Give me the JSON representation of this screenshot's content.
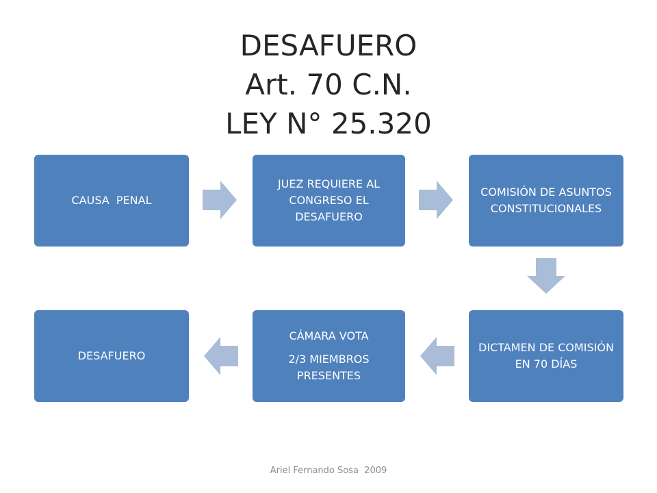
{
  "title": {
    "line1": "DESAFUERO",
    "line2": "Art. 70 C.N.",
    "line3": "LEY N° 25.320"
  },
  "steps": {
    "causa_penal": "CAUSA  PENAL",
    "juez_requiere": "JUEZ REQUIERE AL CONGRESO EL DESAFUERO",
    "comision": "COMISIÓN DE ASUNTOS CONSTITUCIONALES",
    "dictamen": "DICTAMEN DE COMISIÓN EN 70 DÍAS",
    "camara_vota": "CÁMARA VOTA",
    "miembros": "2/3 MIEMBROS PRESENTES",
    "desafuero": "DESAFUERO"
  },
  "footer": "Ariel Fernando Sosa  2009",
  "colors": {
    "box": "#4f81bd",
    "arrow": "#a9bcd8",
    "title_text": "#262626"
  }
}
